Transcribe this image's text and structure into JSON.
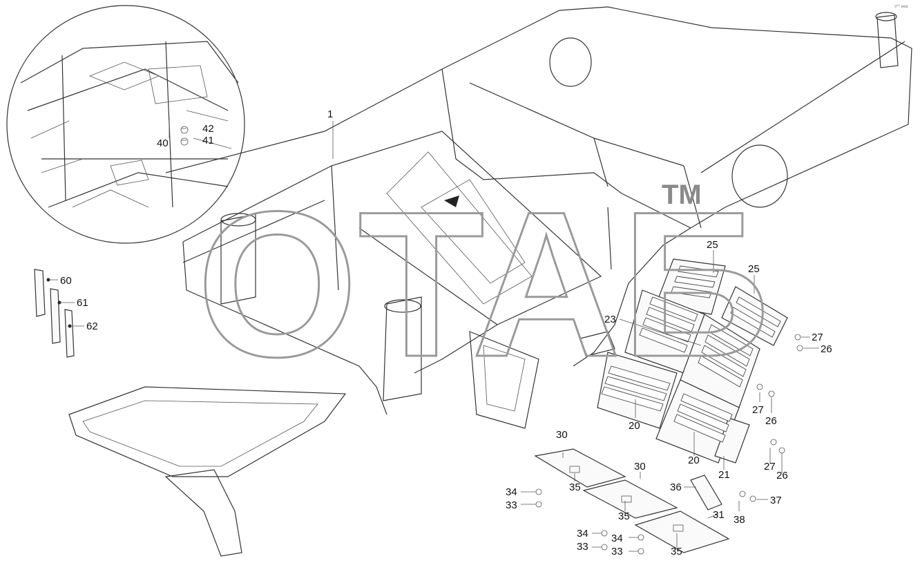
{
  "watermark": {
    "text": "ОТАБ",
    "trademark": "TM"
  },
  "corner_stamp": "s⁰⁰ eea",
  "part_labels": [
    {
      "id": "l1",
      "text": "1"
    },
    {
      "id": "l42",
      "text": "42"
    },
    {
      "id": "l41",
      "text": "41"
    },
    {
      "id": "l40",
      "text": "40"
    },
    {
      "id": "l60",
      "text": "60"
    },
    {
      "id": "l61",
      "text": "61"
    },
    {
      "id": "l62",
      "text": "62"
    },
    {
      "id": "l25a",
      "text": "25"
    },
    {
      "id": "l25b",
      "text": "25"
    },
    {
      "id": "l23",
      "text": "23"
    },
    {
      "id": "l27a",
      "text": "27"
    },
    {
      "id": "l26a",
      "text": "26"
    },
    {
      "id": "l27b",
      "text": "27"
    },
    {
      "id": "l26b",
      "text": "26"
    },
    {
      "id": "l20a",
      "text": "20"
    },
    {
      "id": "l20b",
      "text": "20"
    },
    {
      "id": "l27c",
      "text": "27"
    },
    {
      "id": "l26c",
      "text": "26"
    },
    {
      "id": "l21",
      "text": "21"
    },
    {
      "id": "l30a",
      "text": "30"
    },
    {
      "id": "l30b",
      "text": "30"
    },
    {
      "id": "l35a",
      "text": "35"
    },
    {
      "id": "l35b",
      "text": "35"
    },
    {
      "id": "l35c",
      "text": "35"
    },
    {
      "id": "l34a",
      "text": "34"
    },
    {
      "id": "l33a",
      "text": "33"
    },
    {
      "id": "l34b",
      "text": "34"
    },
    {
      "id": "l33b",
      "text": "33"
    },
    {
      "id": "l34c",
      "text": "34"
    },
    {
      "id": "l33c",
      "text": "33"
    },
    {
      "id": "l36",
      "text": "36"
    },
    {
      "id": "l37",
      "text": "37"
    },
    {
      "id": "l38",
      "text": "38"
    },
    {
      "id": "l31",
      "text": "31"
    }
  ]
}
